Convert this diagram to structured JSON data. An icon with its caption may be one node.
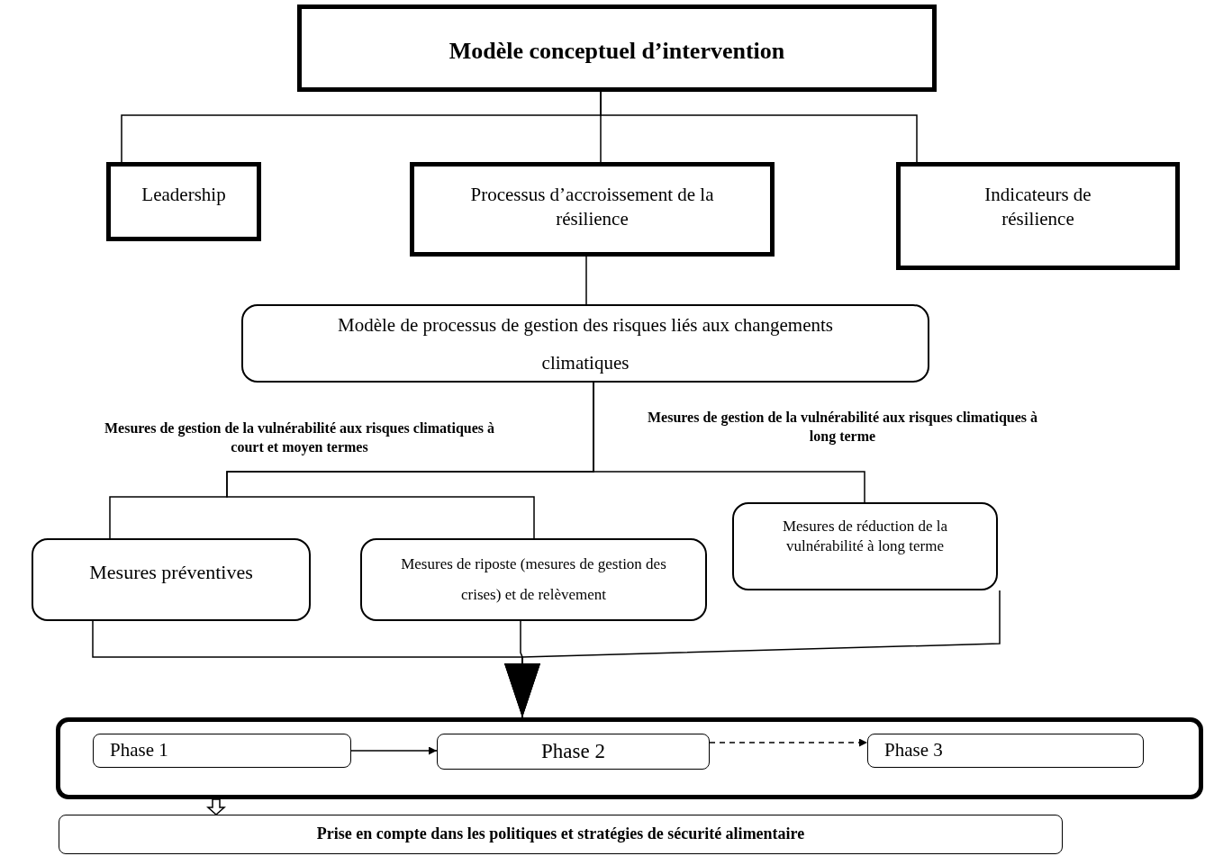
{
  "diagram": {
    "nodes": [
      {
        "text": [
          "Modèle conceptuel d’intervention"
        ]
      },
      {
        "text": [
          "Leadership"
        ]
      },
      {
        "text": [
          "Processus d’accroissement de la résilience"
        ]
      },
      {
        "text": [
          "Indicateurs de résilience"
        ]
      },
      {
        "text": [
          "Modèle de processus de gestion des risques liés aux changements climatiques"
        ]
      },
      {
        "text": [
          "Mesures préventives"
        ]
      },
      {
        "text": [
          "Mesures de riposte (mesures de gestion des crises) et de relèvement"
        ]
      },
      {
        "text": [
          "Mesures de réduction de la vulnérabilité à long terme"
        ]
      },
      {
        "text": [],
        "shape": "box"
      },
      {
        "text": [
          "Phase 1"
        ],
        "in": 8
      },
      {
        "text": [
          "Phase 2"
        ],
        "in": 8
      },
      {
        "text": [
          "Phase 3"
        ],
        "in": 8
      },
      {
        "text": [
          "Prise en compte dans les politiques et stratégies de sécurité alimentaire"
        ]
      }
    ],
    "edges": [
      {
        "from": 0,
        "to": 1,
        "arrow": "none"
      },
      {
        "from": 0,
        "to": 2,
        "arrow": "none"
      },
      {
        "from": 0,
        "to": 3,
        "arrow": "none"
      },
      {
        "from": 2,
        "to": 4,
        "arrow": "none"
      },
      {
        "from": 4,
        "to": 5,
        "arrow": "none"
      },
      {
        "from": 4,
        "to": 6,
        "arrow": "none"
      },
      {
        "from": 4,
        "to": 7,
        "arrow": "none"
      },
      {
        "from": 5,
        "to": 8,
        "arrow": "to"
      },
      {
        "from": 6,
        "to": 8,
        "arrow": "to"
      },
      {
        "from": 7,
        "to": 8,
        "arrow": "to"
      },
      {
        "from": 9,
        "to": 10,
        "arrow": "to"
      },
      {
        "from": 10,
        "to": 11,
        "arrow": "to",
        "style": "dashed"
      },
      {
        "from": 8,
        "to": 12,
        "arrow": "to"
      }
    ],
    "labels": [
      "Mesures de gestion de la vulnérabilité aux risques climatiques à court et moyen termes",
      "Mesures de gestion de la vulnérabilité aux risques climatiques à long terme"
    ]
  }
}
